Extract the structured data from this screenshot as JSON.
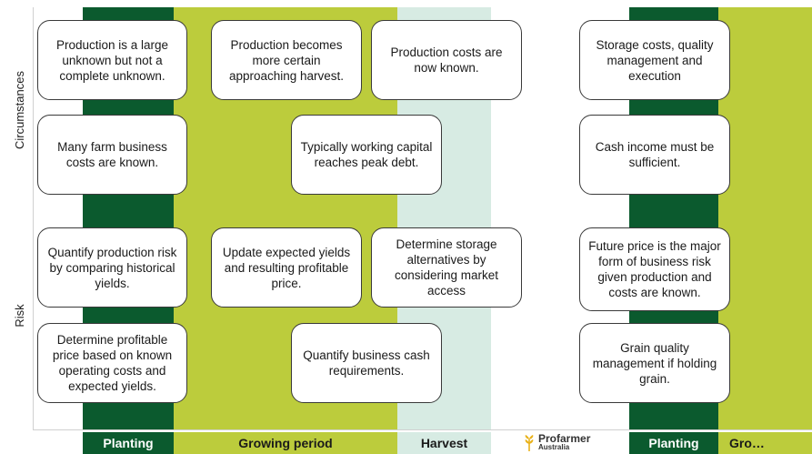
{
  "row_labels": {
    "top": "Circumstances",
    "bottom": "Risk"
  },
  "columns": [
    {
      "label": "Planting",
      "kind": "planting"
    },
    {
      "label": "Growing period",
      "kind": "growing"
    },
    {
      "label": "Harvest",
      "kind": "harvest"
    },
    {
      "label": "Planting",
      "kind": "planting"
    },
    {
      "label": "Gro…",
      "kind": "growing"
    }
  ],
  "cards": {
    "c1": "Production is a large unknown but not a complete unknown.",
    "c2": "Production becomes more certain approaching harvest.",
    "c3": "Production costs are now known.",
    "c4": "Storage costs, quality management and execution",
    "c5": "Many farm business costs are known.",
    "c6": "Typically working capital reaches peak debt.",
    "c7": "Cash income must be sufficient.",
    "r1": "Quantify production risk by comparing historical yields.",
    "r2": "Update expected yields and resulting profitable price.",
    "r3": "Determine storage alternatives by considering market access",
    "r4": "Future price is the major form of business risk given production and costs are known.",
    "r5": "Determine profitable price based on known operating costs and expected yields.",
    "r6": "Quantify business cash requirements.",
    "r7": "Grain quality management if holding grain."
  },
  "logo": {
    "name": "Profarmer",
    "sub": "Australia"
  },
  "colors": {
    "planting": "#0b5a2e",
    "growing": "#bccc3c",
    "harvest": "#d7ebe3",
    "logo_gold": "#e9b21b"
  }
}
